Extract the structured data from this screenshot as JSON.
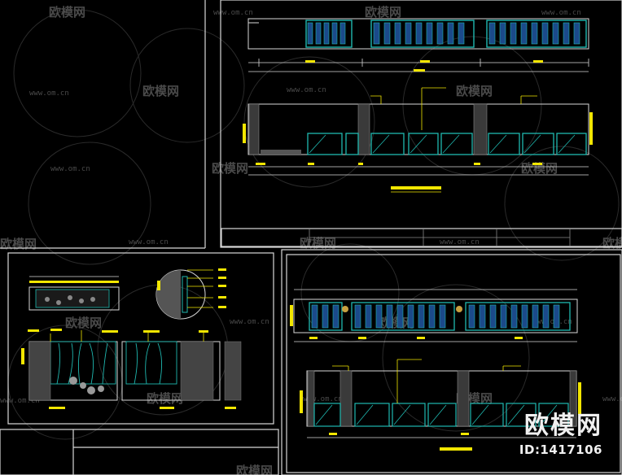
{
  "watermark": {
    "brand": "欧模网",
    "url": "www.om.cn"
  },
  "overlay": {
    "brand": "欧模网",
    "id_label": "ID:1417106"
  },
  "colors": {
    "background": "#000000",
    "frame": "#d8d8d8",
    "outline": "#1fb8b0",
    "dimension": "#f2e600",
    "watermark": "#4a4a4a"
  }
}
